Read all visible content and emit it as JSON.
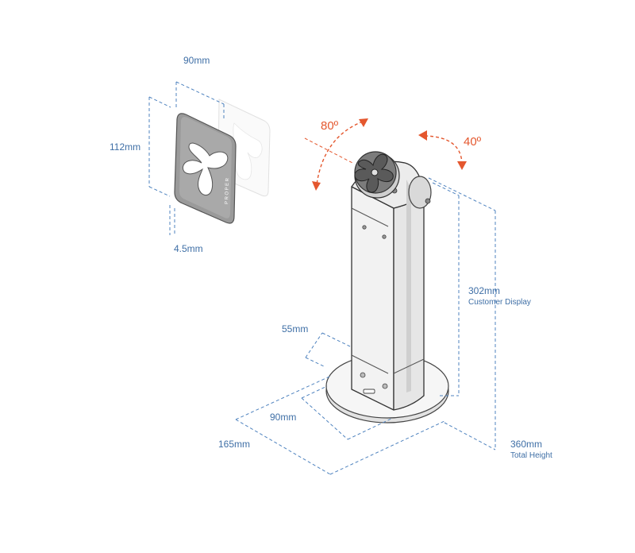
{
  "mount_plate": {
    "width": "90mm",
    "height": "112mm",
    "thickness": "4.5mm",
    "brand_mark": "PROPER"
  },
  "rotation": {
    "tilt": "80º",
    "swivel": "40º"
  },
  "stand": {
    "display_height_value": "302mm",
    "display_height_label": "Customer Display",
    "total_height_value": "360mm",
    "total_height_label": "Total Height",
    "column_depth": "55mm",
    "column_width": "90mm",
    "base_diameter": "165mm"
  },
  "colors": {
    "dimension": "#3f6fa6",
    "angle": "#e4572e",
    "plate": "#8e8e8e",
    "metal": "#f4f4f4"
  }
}
